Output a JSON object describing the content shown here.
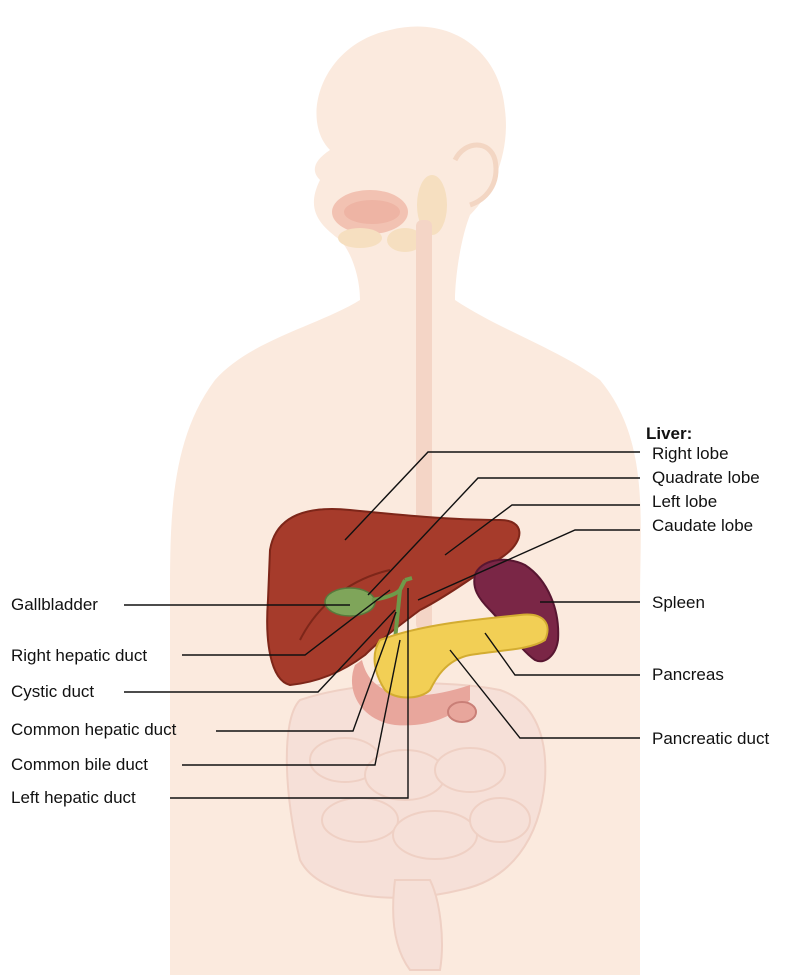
{
  "liver": {
    "heading": "Liver:",
    "right_lobe": "Right lobe",
    "quadrate_lobe": "Quadrate lobe",
    "left_lobe": "Left lobe",
    "caudate_lobe": "Caudate lobe"
  },
  "left_labels": {
    "gallbladder": "Gallbladder",
    "right_hepatic_duct": "Right hepatic duct",
    "cystic_duct": "Cystic duct",
    "common_hepatic_duct": "Common hepatic duct",
    "common_bile_duct": "Common bile duct",
    "left_hepatic_duct": "Left hepatic duct"
  },
  "right_labels": {
    "spleen": "Spleen",
    "pancreas": "Pancreas",
    "pancreatic_duct": "Pancreatic duct"
  },
  "colors": {
    "body": "#fbe9dc",
    "liver": "#a63b2b",
    "gallbladder": "#7fa55a",
    "spleen": "#7a2646",
    "pancreas": "#f2cf55",
    "intestine": "#f6dcd2",
    "stomach": "#e5a29a"
  }
}
